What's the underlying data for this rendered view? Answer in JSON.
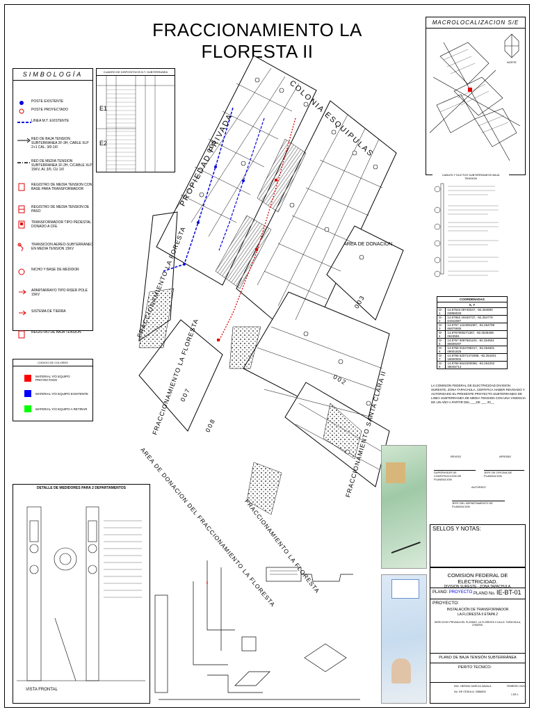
{
  "title": "FRACCIONAMIENTO LA FLORESTA II",
  "macro": {
    "title": "MACROLOCALIZACION  S/E",
    "north_label": "NORTE"
  },
  "simbologia": {
    "title": "SIMBOLOGÍA",
    "items": [
      {
        "icon": "poste-existente-icon",
        "label": "POSTE EXISTENTE"
      },
      {
        "icon": "poste-proyectado-icon",
        "label": "POSTE PROYECTADO"
      },
      {
        "icon": "linea-mt-icon",
        "label": "LINEA M.T. EXISTENTE"
      },
      {
        "icon": "red-baja-tension-icon",
        "label": "RED DE BAJA TENSION SUBTERRANEA 2F-3H, CABLE XLP 2+1 CAL. 3/0-1/0"
      },
      {
        "icon": "red-media-tension-icon",
        "label": "RED DE MEDIA TENSION SUBTERRANEA 1F-2H, C/CABLE XLP 15KV, AL 3/0, CU 1/0"
      },
      {
        "icon": "registro-media-tension-icon",
        "label": "REGISTRO DE MEDIA TENSION CON BASE PARA TRANSFORMADOR"
      },
      {
        "icon": "registro-paso-icon",
        "label": "REGISTRO DE MEDIA TENSION DE PASO"
      },
      {
        "icon": "transformador-icon",
        "label": "TRANSFORMADOR TIPO PEDESTAL DONADO A CFE"
      },
      {
        "icon": "transicion-icon",
        "label": "TRANSICION AEREO-SUBTERRANEO EN MEDIA TENSION 15KV"
      },
      {
        "icon": "nicho-medidor-icon",
        "label": "NICHO Y BASE DE MEDIDOR"
      },
      {
        "icon": "apartarrayo-icon",
        "label": "APARTARRAYO TIPO RISER POLE 15KV"
      },
      {
        "icon": "tierra-icon",
        "label": "SISTEMA DE TIERRA"
      },
      {
        "icon": "registro-baja-icon",
        "label": "REGISTRO DE BAJA TENSION"
      }
    ]
  },
  "cuadro": {
    "title": "CUADRO  DE  DISPOSITIVOS B.T. SUBTERRANEA",
    "groups": [
      "E1",
      "E2"
    ]
  },
  "colores": {
    "title": "CODIGO DE COLORES",
    "items": [
      {
        "color": "#ff0000",
        "label": "MATERIAL Y/O EQUIPO PROYECTADO"
      },
      {
        "color": "#0000ff",
        "label": "MATERIAL Y/O EQUIPO EXISTENTE"
      },
      {
        "color": "#00ff00",
        "label": "MATERIAL Y/O EQUIPO A RETIRAR"
      }
    ]
  },
  "map": {
    "colonia": "COLONIA   ESQUIPULAS",
    "propiedad": "PROPIEDAD PRIVADA",
    "area_donacion": "AREA DE DONACION",
    "fracc_foresta_left": "FRACCIONAMIENTO LA FORESTA",
    "fracc_floresta_mid": "FRACCIONAMIENTO LA FLORESTA",
    "fracc_santa_clara": "FRACCIONAMIENTO SANTA CLARA II",
    "area_donacion_bottom": "AREA DE DONACION DEL FRACCIONAMIENTO LA FLORESTA",
    "fracc_floresta_bottom": "FRACCIONAMIENTO LA FLORESTA",
    "block_labels": [
      "006",
      "007",
      "008",
      "002",
      "003"
    ]
  },
  "detalle": {
    "title": "DETALLE DE MEDIDORES PARA 2 DEPARTAMENTOS",
    "vista": "VISTA FRONTAL"
  },
  "cables": {
    "title": "CABLES Y DUCTOS SUBTERRANEOS BAJA TENSION"
  },
  "coordenadas": {
    "title": "COORDENADAS",
    "header": "X, Y",
    "rows": [
      {
        "id": "t2-1",
        "xy": "14.87543 09740047, -92.254900 03956033"
      },
      {
        "id": "t2-2",
        "xy": "14.87862 19340737, -92.254779 61911597"
      },
      {
        "id": "t2-3",
        "xy": "14.8757 1224081087, -92.254799 66876655"
      },
      {
        "id": "t2-4",
        "xy": "14.8757000271367, -92.2546406 0623591"
      },
      {
        "id": "t2-5",
        "xy": "14.8757 9087681104, -92.254601 86598297"
      },
      {
        "id": "t2-6",
        "xy": "14.8758 0164788317, -92.254601 09001825"
      },
      {
        "id": "t2-7",
        "xy": "14.8758 62071472088, -92.254401 18000002"
      },
      {
        "id": "t2-8",
        "xy": "14.8758 6522200086, -92.254202 38045714"
      }
    ]
  },
  "certificacion": {
    "text": "LA COMISION FEDERAL DE ELECTRICIDAD DIVISION SURESTE, ZONA TAPACHULA, CERTIFICA HABER REVISADO Y AUTORIZADO EL PRESENTE PROYECTO SUBTERRANEO DE LINEA SUBTERRANEA DE MEDIA TENSION CON UNA VIGENCIA DE UN AÑO A PARTIR DEL ___DE ___ 20__",
    "reviso": "REVISO",
    "aprobo": "APROBO",
    "autorizo": "AUTORIZO",
    "sign1": "SUPERVISOR DE CONSTRUCCION DE PLANEACION",
    "sign2": "JEFE DE OFICINA DE PLANEACION",
    "sign3": "JEFE DEL DEPARTAMENTO DE PLANEACION"
  },
  "sellos": "SELLOS Y NOTAS:",
  "titleblock": {
    "cfe": "COMISION FEDERAL DE ELECTRICIDAD.",
    "division": "DIVISION SURESTE  -  ZONA TAPACHULA.",
    "plano_label": "PLANO:",
    "plano_value": "PROYECTO",
    "plano_no_label": "PLANO No.",
    "plano_no_value": "IE-BT-01",
    "proyecto_label": "PROYECTO:",
    "proyecto_line1": "INSTALACIÓN DE TRANSFORMADOR",
    "proyecto_line2": "LA FLORESTA II ETAPA 2",
    "direccion": "DIRECCION: PRIVADA DEL PLATANO, LA FLORESTA II CALLE. TAPACHULA, CHIAPAS.",
    "plano_desc": "PLANO DE BAJA TENSIÓN SUBTERRÁNEA",
    "perito": "PERITO TECNICO:",
    "perito_name": "ING. HERVIN GARCIA ZAVALA",
    "cedula": "No. DE CEDULA: 3386833",
    "fecha": "FEBRERO 2020",
    "hoja": "1 DE 1"
  },
  "colors": {
    "red": "#e00000",
    "blue": "#0000dd",
    "green": "#00ee00",
    "hatch": "#7a7a7a"
  }
}
